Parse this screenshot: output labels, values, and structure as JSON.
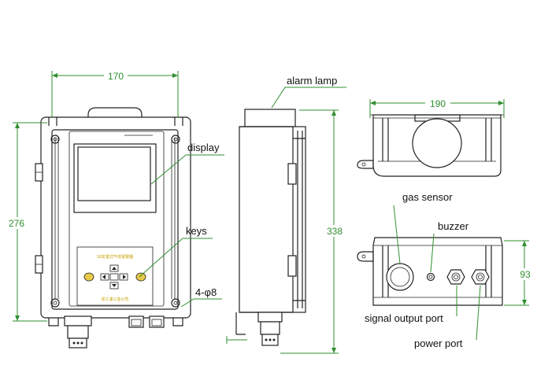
{
  "dimensions": {
    "front_width": "170",
    "front_height": "276",
    "side_height": "338",
    "top_width": "190",
    "bottom_height": "93",
    "mount_holes": "4-φ8"
  },
  "labels": {
    "alarm_lamp": "alarm lamp",
    "display": "display",
    "keys": "keys",
    "gas_sensor": "gas sensor",
    "buzzer": "buzzer",
    "signal_output_port": "signal output port",
    "power_port": "power port"
  },
  "panel_text": {
    "title": "18定置式气体报警器",
    "maker": "浙江漮三亚公司"
  },
  "colors": {
    "line": "#222222",
    "dimension": "#2f8f2f",
    "panel_text": "#c9a000"
  }
}
